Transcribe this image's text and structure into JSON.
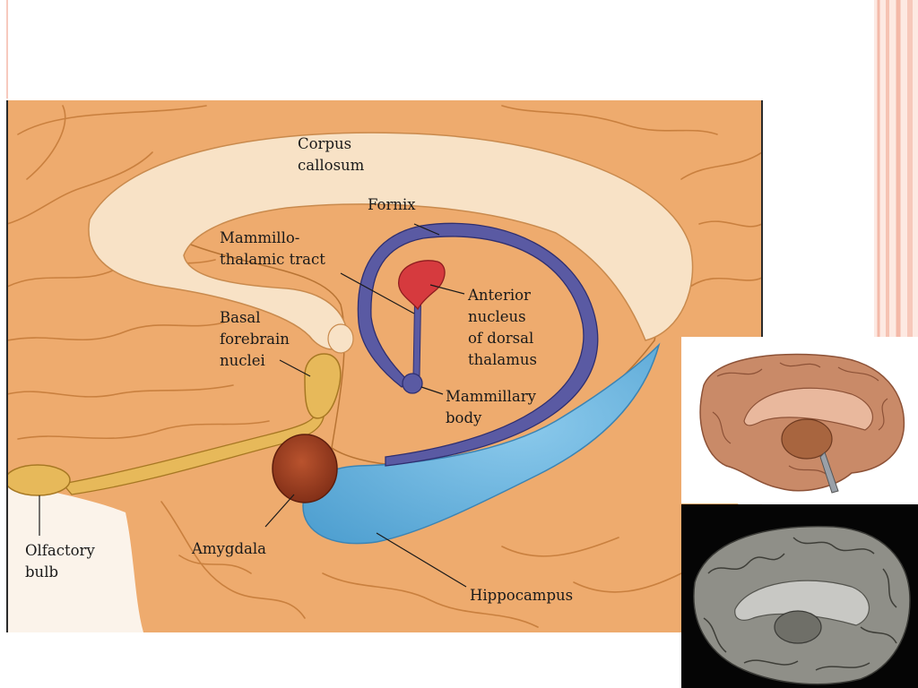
{
  "slide": {
    "colors": {
      "background": "#ffffff",
      "accent_border": "#f4b9a8",
      "cortex": "#eeab6e",
      "gyrus_line": "#c9803f",
      "corpus_callosum": "#f8e2c6",
      "fornix": "#5a5aa3",
      "anterior_nucleus": "#d63a3e",
      "hippocampus": "#68b2db",
      "amygdala": "#9b3b1f",
      "olfactory": "#e7b95a"
    }
  },
  "diagram": {
    "labels": {
      "corpus_callosum": [
        "Corpus",
        "callosum"
      ],
      "fornix": [
        "Fornix"
      ],
      "mammillothalamic_tract": [
        "Mammillo-",
        "thalamic tract"
      ],
      "anterior_nucleus": [
        "Anterior",
        "nucleus",
        "of dorsal",
        "thalamus"
      ],
      "basal_forebrain": [
        "Basal",
        "forebrain",
        "nuclei"
      ],
      "mammillary_body": [
        "Mammillary",
        "body"
      ],
      "olfactory_bulb": [
        "Olfactory",
        "bulb"
      ],
      "amygdala": [
        "Amygdala"
      ],
      "hippocampus": [
        "Hippocampus"
      ]
    }
  },
  "photos": [
    {
      "name": "brain-model-photo"
    },
    {
      "name": "brain-specimen-photo"
    }
  ]
}
